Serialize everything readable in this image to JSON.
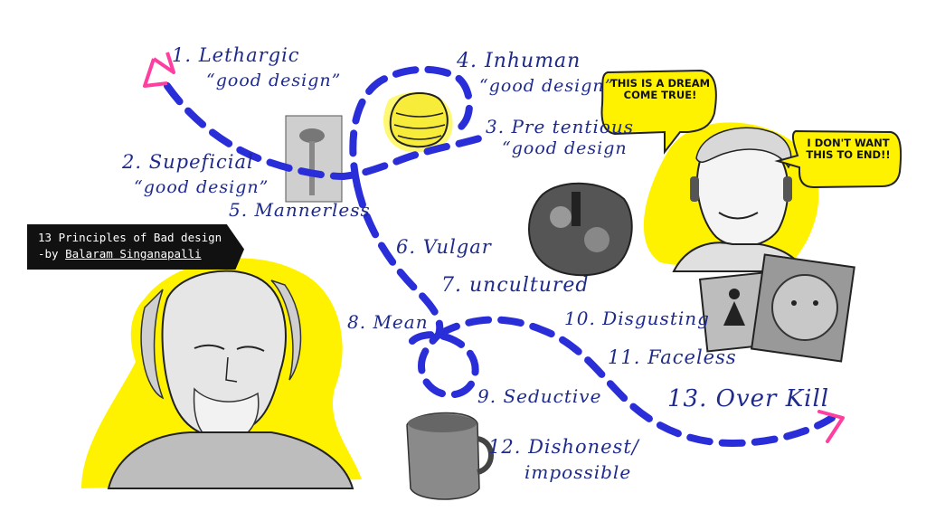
{
  "title": {
    "line1": "13 Principles of Bad design",
    "prefix": "-by ",
    "author": "Balaram Singanapalli"
  },
  "principles": [
    {
      "num": "1.",
      "name": "Lethargic",
      "sub": "“good design”"
    },
    {
      "num": "2.",
      "name": "Supeficial",
      "sub": "“good design”"
    },
    {
      "num": "3.",
      "name": "Pre tentious",
      "sub": "“good design"
    },
    {
      "num": "4.",
      "name": "Inhuman",
      "sub": "“good design”"
    },
    {
      "num": "5.",
      "name": "Mannerless"
    },
    {
      "num": "6.",
      "name": "Vulgar"
    },
    {
      "num": "7.",
      "name": "uncultured"
    },
    {
      "num": "8.",
      "name": "Mean"
    },
    {
      "num": "9.",
      "name": "Seductive"
    },
    {
      "num": "10.",
      "name": "Disgusting"
    },
    {
      "num": "11.",
      "name": "Faceless"
    },
    {
      "num": "12.",
      "name": "Dishonest/",
      "sub": "impossible"
    },
    {
      "num": "13.",
      "name": "Over Kill"
    }
  ],
  "speech": {
    "dream": "THIS IS A DREAM COME TRUE!",
    "end": "I DON'T WANT THIS TO END!!"
  },
  "colors": {
    "path": "#2a2ed8",
    "arrow": "#ff3fa0",
    "highlight": "#fff200",
    "ink": "#1e2a8c"
  }
}
